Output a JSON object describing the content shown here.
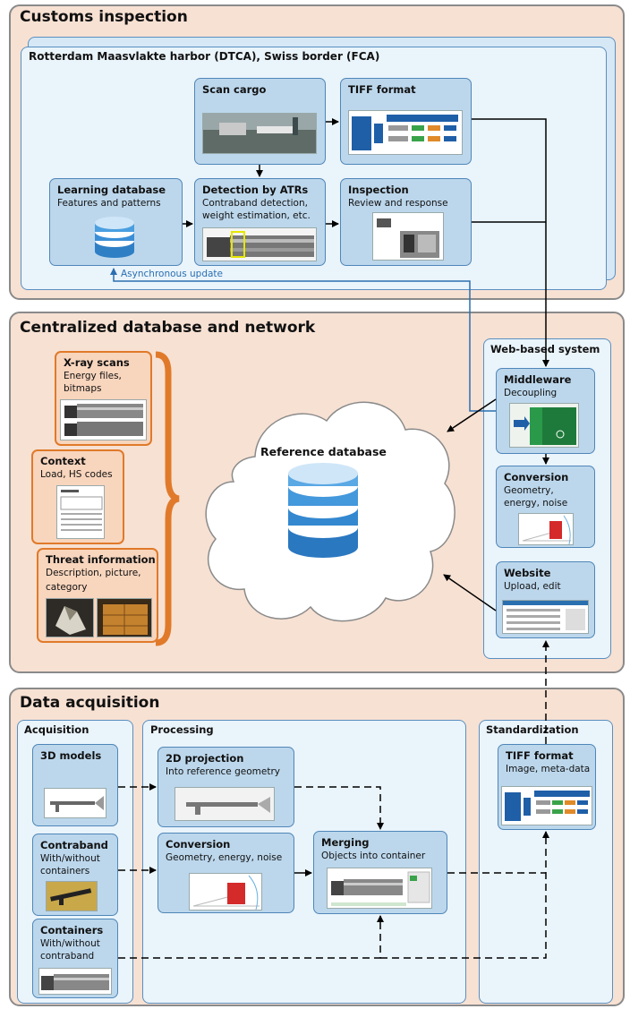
{
  "customs": {
    "title": "Customs inspection",
    "site": "Rotterdam Maasvlakte harbor (DTCA), Swiss border (FCA)",
    "scan": {
      "title": "Scan cargo"
    },
    "tiff": {
      "title": "TIFF format"
    },
    "learning": {
      "title": "Learning database",
      "desc": "Features and patterns"
    },
    "detection": {
      "title": "Detection by ATRs",
      "desc1": "Contraband detection,",
      "desc2": "weight estimation, etc."
    },
    "inspection": {
      "title": "Inspection",
      "desc": "Review and response"
    },
    "async_label": "Asynchronous update"
  },
  "central": {
    "title": "Centralized database and network",
    "xray": {
      "title": "X-ray scans",
      "desc1": "Energy files,",
      "desc2": "bitmaps"
    },
    "context": {
      "title": "Context",
      "desc": "Load, HS codes"
    },
    "threat": {
      "title": "Threat information",
      "desc1": "Description, picture,",
      "desc2": "category"
    },
    "reference": "Reference database",
    "web": {
      "title": "Web-based system",
      "middleware": {
        "title": "Middleware",
        "desc": "Decoupling"
      },
      "conversion": {
        "title": "Conversion",
        "desc1": "Geometry,",
        "desc2": "energy, noise"
      },
      "website": {
        "title": "Website",
        "desc": "Upload, edit"
      }
    }
  },
  "acq": {
    "title": "Data acquisition",
    "acquisition": {
      "title": "Acquisition",
      "models": {
        "title": "3D models"
      },
      "contraband": {
        "title": "Contraband",
        "desc1": "With/without",
        "desc2": "containers"
      },
      "containers": {
        "title": "Containers",
        "desc1": "With/without",
        "desc2": "contraband"
      }
    },
    "processing": {
      "title": "Processing",
      "projection": {
        "title": "2D projection",
        "desc": "Into reference geometry"
      },
      "conversion": {
        "title": "Conversion",
        "desc": "Geometry, energy, noise"
      },
      "merging": {
        "title": "Merging",
        "desc": "Objects into container"
      }
    },
    "standardization": {
      "title": "Standardization",
      "tiff": {
        "title": "TIFF format",
        "desc": "Image, meta-data"
      }
    }
  },
  "colors": {
    "section": "#f7e1d3",
    "box": "#bcd7ec",
    "orange": "#e07a2a",
    "blue_arrow": "#2a6fb0"
  }
}
